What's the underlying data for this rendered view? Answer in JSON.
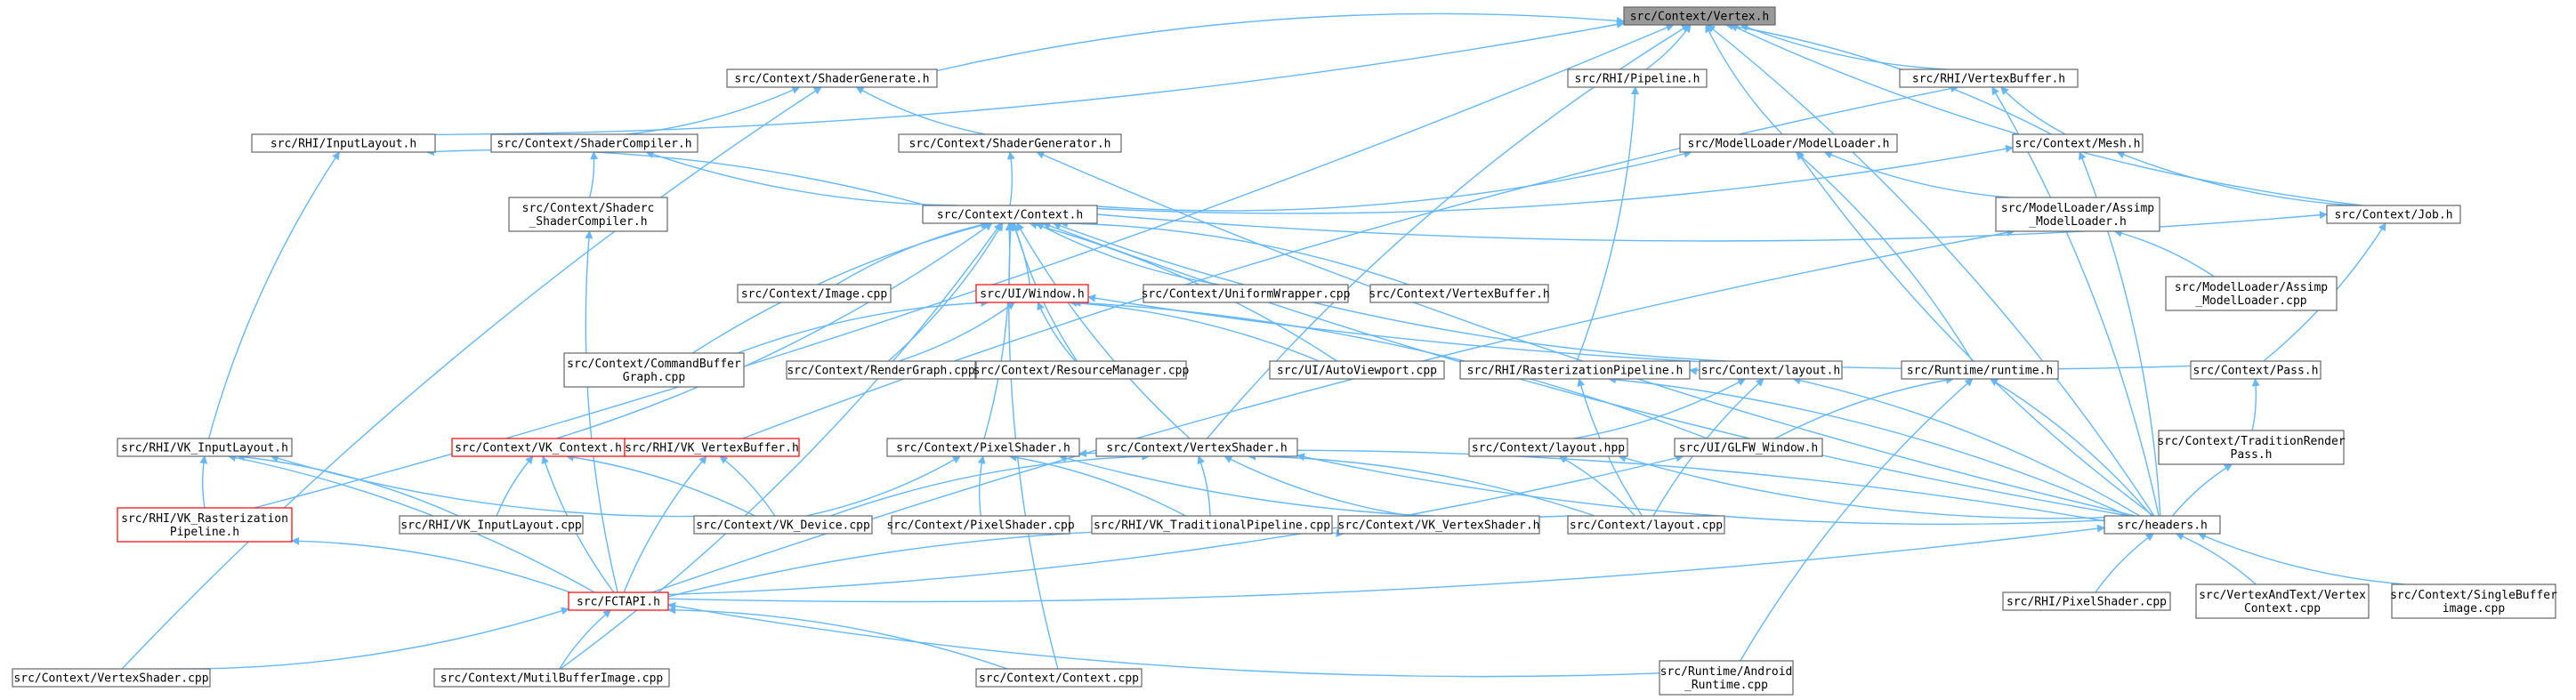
{
  "graph": {
    "nodes": [
      {
        "id": "vertex_h",
        "label": [
          "src/Context/Vertex.h"
        ],
        "style": "root"
      },
      {
        "id": "shadergenerate_h",
        "label": [
          "src/Context/ShaderGenerate.h"
        ]
      },
      {
        "id": "rhi_pipeline_h",
        "label": [
          "src/RHI/Pipeline.h"
        ]
      },
      {
        "id": "rhi_vertexbuffer_h",
        "label": [
          "src/RHI/VertexBuffer.h"
        ]
      },
      {
        "id": "rhi_inputlayout_h",
        "label": [
          "src/RHI/InputLayout.h"
        ]
      },
      {
        "id": "shadercompiler_h",
        "label": [
          "src/Context/ShaderCompiler.h"
        ]
      },
      {
        "id": "shadergenerator_h",
        "label": [
          "src/Context/ShaderGenerator.h"
        ]
      },
      {
        "id": "modelloader_h",
        "label": [
          "src/ModelLoader/ModelLoader.h"
        ]
      },
      {
        "id": "mesh_h",
        "label": [
          "src/Context/Mesh.h"
        ]
      },
      {
        "id": "shaderc_compiler_h",
        "label": [
          "src/Context/Shaderc",
          "_ShaderCompiler.h"
        ]
      },
      {
        "id": "context_h",
        "label": [
          "src/Context/Context.h"
        ]
      },
      {
        "id": "assimp_modelloader_h",
        "label": [
          "src/ModelLoader/Assimp",
          "_ModelLoader.h"
        ]
      },
      {
        "id": "job_h",
        "label": [
          "src/Context/Job.h"
        ]
      },
      {
        "id": "image_cpp",
        "label": [
          "src/Context/Image.cpp"
        ]
      },
      {
        "id": "ui_window_h",
        "label": [
          "src/UI/Window.h"
        ],
        "style": "red"
      },
      {
        "id": "uniformwrapper_cpp",
        "label": [
          "src/Context/UniformWrapper.cpp"
        ]
      },
      {
        "id": "ctx_vertexbuffer_h",
        "label": [
          "src/Context/VertexBuffer.h"
        ]
      },
      {
        "id": "assimp_modelloader_cpp",
        "label": [
          "src/ModelLoader/Assimp",
          "_ModelLoader.cpp"
        ]
      },
      {
        "id": "commandbuffergraph_cpp",
        "label": [
          "src/Context/CommandBuffer",
          "Graph.cpp"
        ]
      },
      {
        "id": "rendergraph_cpp",
        "label": [
          "src/Context/RenderGraph.cpp"
        ]
      },
      {
        "id": "resourcemanager_cpp",
        "label": [
          "src/Context/ResourceManager.cpp"
        ]
      },
      {
        "id": "autoviewport_cpp",
        "label": [
          "src/UI/AutoViewport.cpp"
        ]
      },
      {
        "id": "rasterizationpipeline_h",
        "label": [
          "src/RHI/RasterizationPipeline.h"
        ]
      },
      {
        "id": "ctx_layout_h",
        "label": [
          "src/Context/layout.h"
        ]
      },
      {
        "id": "runtime_h",
        "label": [
          "src/Runtime/runtime.h"
        ]
      },
      {
        "id": "pass_h",
        "label": [
          "src/Context/Pass.h"
        ]
      },
      {
        "id": "vk_inputlayout_h",
        "label": [
          "src/RHI/VK_InputLayout.h"
        ]
      },
      {
        "id": "vk_context_h",
        "label": [
          "src/Context/VK_Context.h"
        ],
        "style": "red"
      },
      {
        "id": "vk_vertexbuffer_h",
        "label": [
          "src/RHI/VK_VertexBuffer.h"
        ],
        "style": "red"
      },
      {
        "id": "pixelshader_h",
        "label": [
          "src/Context/PixelShader.h"
        ]
      },
      {
        "id": "vertexshader_h",
        "label": [
          "src/Context/VertexShader.h"
        ]
      },
      {
        "id": "layout_hpp",
        "label": [
          "src/Context/layout.hpp"
        ]
      },
      {
        "id": "glfw_window_h",
        "label": [
          "src/UI/GLFW_Window.h"
        ]
      },
      {
        "id": "traditionrender_h",
        "label": [
          "src/Context/TraditionRender",
          "Pass.h"
        ]
      },
      {
        "id": "vk_rasterization_h",
        "label": [
          "src/RHI/VK_Rasterization",
          "Pipeline.h"
        ],
        "style": "red"
      },
      {
        "id": "vk_inputlayout_cpp",
        "label": [
          "src/RHI/VK_InputLayout.cpp"
        ]
      },
      {
        "id": "vk_device_cpp",
        "label": [
          "src/Context/VK_Device.cpp"
        ]
      },
      {
        "id": "pixelshader_cpp",
        "label": [
          "src/Context/PixelShader.cpp"
        ]
      },
      {
        "id": "vk_traditionalpipeline_cpp",
        "label": [
          "src/RHI/VK_TraditionalPipeline.cpp"
        ]
      },
      {
        "id": "vk_vertexshader_h",
        "label": [
          "src/Context/VK_VertexShader.h"
        ]
      },
      {
        "id": "layout_cpp",
        "label": [
          "src/Context/layout.cpp"
        ]
      },
      {
        "id": "headers_h",
        "label": [
          "src/headers.h"
        ]
      },
      {
        "id": "fctapi_h",
        "label": [
          "src/FCTAPI.h"
        ],
        "style": "red"
      },
      {
        "id": "rhi_pixelshader_cpp",
        "label": [
          "src/RHI/PixelShader.cpp"
        ]
      },
      {
        "id": "vertexandtext_cpp",
        "label": [
          "src/VertexAndText/Vertex",
          "Context.cpp"
        ]
      },
      {
        "id": "singlebufferimage_cpp",
        "label": [
          "src/Context/SingleBuffer",
          "image.cpp"
        ]
      },
      {
        "id": "ctx_vertexshader_cpp",
        "label": [
          "src/Context/VertexShader.cpp"
        ]
      },
      {
        "id": "mutilbufferimage_cpp",
        "label": [
          "src/Context/MutilBufferImage.cpp"
        ]
      },
      {
        "id": "context_cpp",
        "label": [
          "src/Context/Context.cpp"
        ]
      },
      {
        "id": "android_runtime_cpp",
        "label": [
          "src/Runtime/Android",
          "_Runtime.cpp"
        ]
      }
    ],
    "edges": [
      [
        "shadergenerate_h",
        "vertex_h"
      ],
      [
        "rhi_pipeline_h",
        "vertex_h"
      ],
      [
        "rhi_vertexbuffer_h",
        "vertex_h"
      ],
      [
        "rhi_inputlayout_h",
        "vertex_h"
      ],
      [
        "modelloader_h",
        "vertex_h"
      ],
      [
        "mesh_h",
        "vertex_h"
      ],
      [
        "job_h",
        "vertex_h"
      ],
      [
        "headers_h",
        "vertex_h"
      ],
      [
        "vertexshader_h",
        "vertex_h"
      ],
      [
        "vk_rasterization_h",
        "vertex_h"
      ],
      [
        "ctx_vertexshader_cpp",
        "shadergenerate_h"
      ],
      [
        "shadercompiler_h",
        "shadergenerate_h"
      ],
      [
        "shadergenerator_h",
        "shadergenerate_h"
      ],
      [
        "rasterizationpipeline_h",
        "rhi_pipeline_h"
      ],
      [
        "mesh_h",
        "rhi_vertexbuffer_h"
      ],
      [
        "headers_h",
        "rhi_vertexbuffer_h"
      ],
      [
        "vk_vertexbuffer_h",
        "rhi_vertexbuffer_h"
      ],
      [
        "context_h",
        "rhi_inputlayout_h"
      ],
      [
        "vk_inputlayout_h",
        "rhi_inputlayout_h"
      ],
      [
        "shaderc_compiler_h",
        "shadercompiler_h"
      ],
      [
        "context_h",
        "shadercompiler_h"
      ],
      [
        "context_h",
        "shadergenerator_h"
      ],
      [
        "headers_h",
        "shadergenerator_h"
      ],
      [
        "context_h",
        "modelloader_h"
      ],
      [
        "assimp_modelloader_h",
        "modelloader_h"
      ],
      [
        "runtime_h",
        "modelloader_h"
      ],
      [
        "headers_h",
        "modelloader_h"
      ],
      [
        "context_h",
        "mesh_h"
      ],
      [
        "job_h",
        "mesh_h"
      ],
      [
        "headers_h",
        "mesh_h"
      ],
      [
        "fctapi_h",
        "shaderc_compiler_h"
      ],
      [
        "context_h",
        "job_h"
      ],
      [
        "image_cpp",
        "context_h"
      ],
      [
        "ui_window_h",
        "context_h"
      ],
      [
        "uniformwrapper_cpp",
        "context_h"
      ],
      [
        "ctx_vertexbuffer_h",
        "context_h"
      ],
      [
        "commandbuffergraph_cpp",
        "context_h"
      ],
      [
        "rendergraph_cpp",
        "context_h"
      ],
      [
        "resourcemanager_cpp",
        "context_h"
      ],
      [
        "autoviewport_cpp",
        "context_h"
      ],
      [
        "ctx_layout_h",
        "context_h"
      ],
      [
        "pixelshader_h",
        "context_h"
      ],
      [
        "vertexshader_h",
        "context_h"
      ],
      [
        "vk_context_h",
        "context_h"
      ],
      [
        "headers_h",
        "context_h"
      ],
      [
        "mutilbufferimage_cpp",
        "context_h"
      ],
      [
        "context_cpp",
        "context_h"
      ],
      [
        "assimp_modelloader_cpp",
        "assimp_modelloader_h"
      ],
      [
        "fctapi_h",
        "assimp_modelloader_h"
      ],
      [
        "pass_h",
        "job_h"
      ],
      [
        "commandbuffergraph_cpp",
        "ui_window_h"
      ],
      [
        "rendergraph_cpp",
        "ui_window_h"
      ],
      [
        "resourcemanager_cpp",
        "ui_window_h"
      ],
      [
        "autoviewport_cpp",
        "ui_window_h"
      ],
      [
        "pass_h",
        "ui_window_h"
      ],
      [
        "glfw_window_h",
        "ui_window_h"
      ],
      [
        "ctx_layout_h",
        "rasterizationpipeline_h"
      ],
      [
        "headers_h",
        "rasterizationpipeline_h"
      ],
      [
        "layout_cpp",
        "rasterizationpipeline_h"
      ],
      [
        "layout_hpp",
        "ctx_layout_h"
      ],
      [
        "layout_cpp",
        "ctx_layout_h"
      ],
      [
        "headers_h",
        "ctx_layout_h"
      ],
      [
        "glfw_window_h",
        "runtime_h"
      ],
      [
        "headers_h",
        "runtime_h"
      ],
      [
        "android_runtime_cpp",
        "runtime_h"
      ],
      [
        "traditionrender_h",
        "pass_h"
      ],
      [
        "vk_rasterization_h",
        "vk_inputlayout_h"
      ],
      [
        "vk_inputlayout_cpp",
        "vk_inputlayout_h"
      ],
      [
        "vk_device_cpp",
        "vk_inputlayout_h"
      ],
      [
        "fctapi_h",
        "vk_inputlayout_h"
      ],
      [
        "vk_inputlayout_cpp",
        "vk_context_h"
      ],
      [
        "vk_device_cpp",
        "vk_context_h"
      ],
      [
        "fctapi_h",
        "vk_context_h"
      ],
      [
        "vk_device_cpp",
        "vk_vertexbuffer_h"
      ],
      [
        "fctapi_h",
        "vk_vertexbuffer_h"
      ],
      [
        "vk_device_cpp",
        "pixelshader_h"
      ],
      [
        "pixelshader_cpp",
        "pixelshader_h"
      ],
      [
        "vk_traditionalpipeline_cpp",
        "pixelshader_h"
      ],
      [
        "layout_cpp",
        "pixelshader_h"
      ],
      [
        "headers_h",
        "pixelshader_h"
      ],
      [
        "vk_device_cpp",
        "vertexshader_h"
      ],
      [
        "vk_traditionalpipeline_cpp",
        "vertexshader_h"
      ],
      [
        "vk_vertexshader_h",
        "vertexshader_h"
      ],
      [
        "layout_cpp",
        "vertexshader_h"
      ],
      [
        "headers_h",
        "vertexshader_h"
      ],
      [
        "layout_cpp",
        "layout_hpp"
      ],
      [
        "headers_h",
        "layout_hpp"
      ],
      [
        "fctapi_h",
        "glfw_window_h"
      ],
      [
        "headers_h",
        "traditionrender_h"
      ],
      [
        "fctapi_h",
        "vk_rasterization_h"
      ],
      [
        "fctapi_h",
        "vk_vertexshader_h"
      ],
      [
        "fctapi_h",
        "headers_h"
      ],
      [
        "rhi_pixelshader_cpp",
        "headers_h"
      ],
      [
        "vertexandtext_cpp",
        "headers_h"
      ],
      [
        "singlebufferimage_cpp",
        "headers_h"
      ],
      [
        "ctx_vertexshader_cpp",
        "fctapi_h"
      ],
      [
        "mutilbufferimage_cpp",
        "fctapi_h"
      ],
      [
        "context_cpp",
        "fctapi_h"
      ],
      [
        "android_runtime_cpp",
        "fctapi_h"
      ]
    ]
  }
}
